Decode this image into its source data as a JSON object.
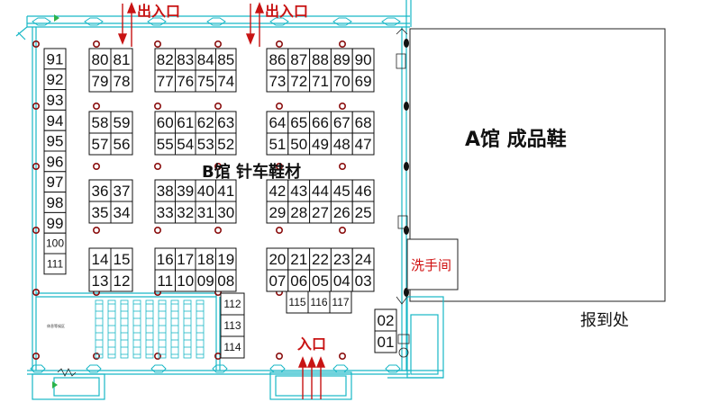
{
  "hall_a": {
    "label": "A馆 成品鞋"
  },
  "hall_b": {
    "label": "B馆 针车鞋材"
  },
  "entrances": {
    "top_left": "出入口",
    "top_right": "出入口",
    "bottom": "入口"
  },
  "restroom": {
    "label": "洗手间"
  },
  "registration": {
    "label": "报到处"
  },
  "rest_area": {
    "label": "休息等候区"
  },
  "booths": {
    "left_column": [
      "91",
      "92",
      "93",
      "94",
      "95",
      "96",
      "97",
      "98",
      "99",
      "100",
      "111"
    ],
    "block1": {
      "top": [
        "80",
        "81"
      ],
      "bottom": [
        "79",
        "78"
      ]
    },
    "block2": {
      "top": [
        "82",
        "83",
        "84",
        "85"
      ],
      "bottom": [
        "77",
        "76",
        "75",
        "74"
      ]
    },
    "block3": {
      "top": [
        "86",
        "87",
        "88",
        "89",
        "90"
      ],
      "bottom": [
        "73",
        "72",
        "71",
        "70",
        "69"
      ]
    },
    "block4": {
      "top": [
        "58",
        "59"
      ],
      "bottom": [
        "57",
        "56"
      ]
    },
    "block5": {
      "top": [
        "60",
        "61",
        "62",
        "63"
      ],
      "bottom": [
        "55",
        "54",
        "53",
        "52"
      ]
    },
    "block6": {
      "top": [
        "64",
        "65",
        "66",
        "67",
        "68"
      ],
      "bottom": [
        "51",
        "50",
        "49",
        "48",
        "47"
      ]
    },
    "block7": {
      "top": [
        "36",
        "37"
      ],
      "bottom": [
        "35",
        "34"
      ]
    },
    "block8": {
      "top": [
        "38",
        "39",
        "40",
        "41"
      ],
      "bottom": [
        "33",
        "32",
        "31",
        "30"
      ]
    },
    "block9": {
      "top": [
        "42",
        "43",
        "44",
        "45",
        "46"
      ],
      "bottom": [
        "29",
        "28",
        "27",
        "26",
        "25"
      ]
    },
    "block10": {
      "top": [
        "14",
        "15"
      ],
      "bottom": [
        "13",
        "12"
      ]
    },
    "block11": {
      "top": [
        "16",
        "17",
        "18",
        "19"
      ],
      "bottom": [
        "11",
        "10",
        "09",
        "08"
      ]
    },
    "block12": {
      "top": [
        "20",
        "21",
        "22",
        "23",
        "24"
      ],
      "bottom": [
        "07",
        "06",
        "05",
        "04",
        "03"
      ]
    },
    "row_bottom": [
      "115",
      "116",
      "117"
    ],
    "right_column": [
      "112",
      "113",
      "114"
    ],
    "near_entrance": [
      "02",
      "01"
    ]
  },
  "colors": {
    "wall": "#17b7c6",
    "booth_line": "#111111",
    "column_dot": "#8b1010",
    "entrance": "#c81414",
    "restroom_text": "#d01010"
  }
}
